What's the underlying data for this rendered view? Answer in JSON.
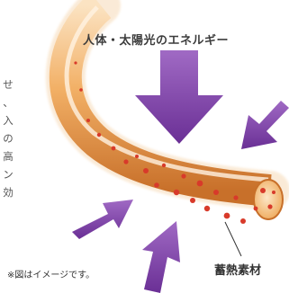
{
  "labels": {
    "energy_source": "人体・太陽光のエネルギー",
    "material": "蓄熱素材",
    "note": "※図はイメージです。"
  },
  "side_text_chars": [
    "せ",
    "、",
    "入",
    "の",
    "高",
    "ン",
    "効"
  ],
  "colors": {
    "arrow": "#7a3fa3",
    "fiber_core": "#f0a85a",
    "fiber_edge": "#c8702a",
    "particle": "#d83a2a",
    "text": "#333333"
  }
}
